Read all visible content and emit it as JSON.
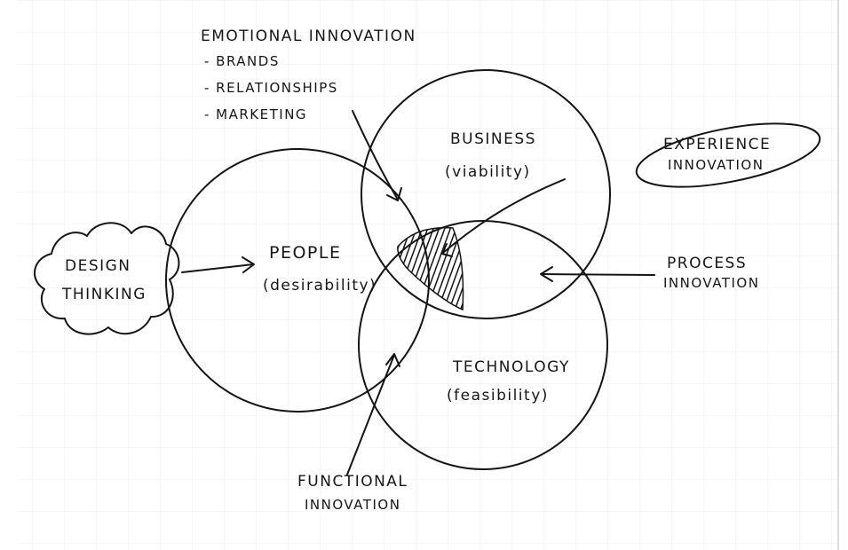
{
  "diagram": {
    "circles": {
      "people": {
        "title": "PEOPLE",
        "subtitle": "(desirability)"
      },
      "business": {
        "title": "BUSINESS",
        "subtitle": "(viability)"
      },
      "technology": {
        "title": "TECHNOLOGY",
        "subtitle": "(feasibility)"
      }
    },
    "annotations": {
      "emotional": {
        "title": "EMOTIONAL INNOVATION",
        "items": [
          "- BRANDS",
          "- RELATIONSHIPS",
          "- MARKETING"
        ]
      },
      "experience": {
        "line1": "EXPERIENCE",
        "line2": "INNOVATION"
      },
      "design_thinking": {
        "line1": "DESIGN",
        "line2": "THINKING"
      },
      "process": {
        "line1": "PROCESS",
        "line2": "INNOVATION"
      },
      "functional": {
        "line1": "FUNCTIONAL",
        "line2": "INNOVATION"
      }
    },
    "colors": {
      "paper": "#ffffff",
      "grid": "#ececec",
      "ink": "#141414"
    }
  }
}
